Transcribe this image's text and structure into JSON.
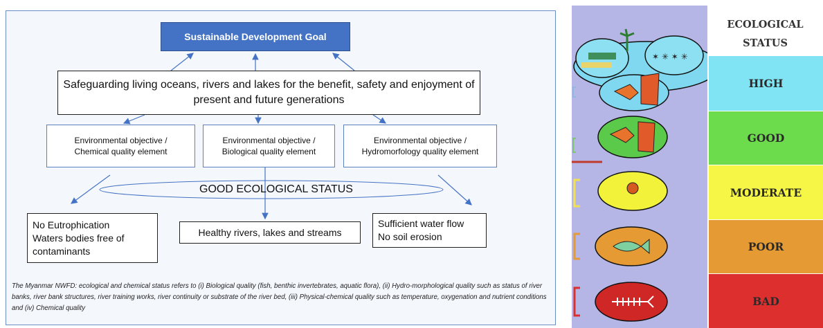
{
  "diagram": {
    "goal": "Sustainable Development Goal",
    "mission": "Safeguarding living oceans, rivers and lakes for the benefit, safety and enjoyment of present and future generations",
    "objectives": [
      {
        "line1": "Environmental objective /",
        "line2": "Chemical quality element"
      },
      {
        "line1": "Environmental objective /",
        "line2": "Biological quality element"
      },
      {
        "line1": "Environmental objective /",
        "line2": "Hydromorfology  quality element"
      }
    ],
    "central_label": "GOOD ECOLOGICAL STATUS",
    "outcomes": [
      {
        "lines": [
          "No Eutrophication",
          "Waters bodies free of",
          "contaminants"
        ]
      },
      {
        "lines": [
          "Healthy rivers, lakes and streams"
        ]
      },
      {
        "lines": [
          "Sufficient water flow",
          "No soil erosion"
        ]
      }
    ],
    "footnote": "The Myanmar NWFD: ecological and chemical status refers to (i) Biological quality (fish, benthic invertebrates, aquatic flora), (ii) Hydro-morphological quality such as status of river banks, river bank structures, river training works, river continuity or substrate of the river bed, (iii) Physical-chemical quality such as temperature, oxygenation and nutrient conditions and (iv) Chemical quality",
    "colors": {
      "accent": "#4472c4",
      "arrow": "#4472c4"
    }
  },
  "ecological_status": {
    "title_line1": "ECOLOGICAL",
    "title_line2": "STATUS",
    "tiers": [
      {
        "label": "HIGH",
        "color": "#80e4f4"
      },
      {
        "label": "GOOD",
        "color": "#6cdc4c"
      },
      {
        "label": "MODERATE",
        "color": "#f6f646"
      },
      {
        "label": "POOR",
        "color": "#e59a33"
      },
      {
        "label": "BAD",
        "color": "#de2f2f"
      }
    ]
  }
}
